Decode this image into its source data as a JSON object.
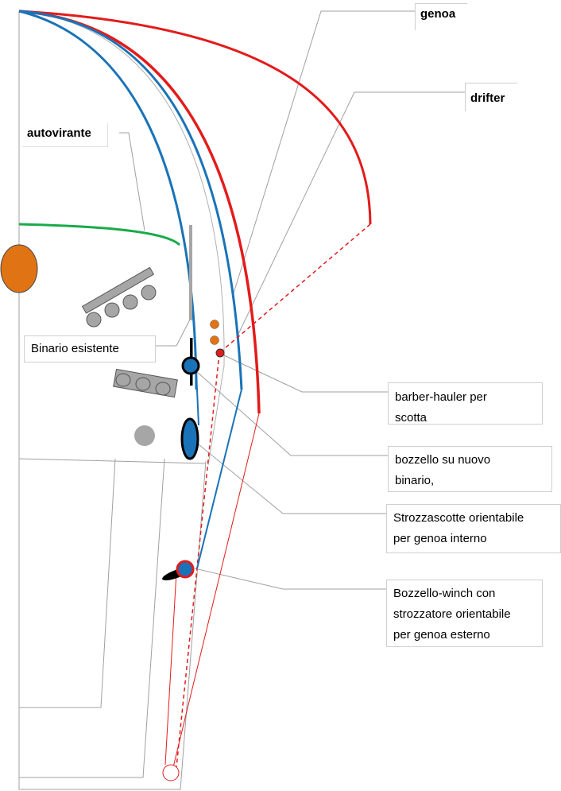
{
  "labels": {
    "genoa": "genoa",
    "drifter": "drifter",
    "autovirante": "autovirante",
    "binario_esistente": "Binario esistente",
    "barber_hauler": "barber-hauler per\nscotta",
    "bozzello_binario": "bozzello su nuovo\nbinario,",
    "strozzascotte": "Strozzascotte  orientabile\nper genoa interno",
    "bozzello_winch": "Bozzello-winch con\nstrozzatore orientabile\nper genoa esterno"
  },
  "colors": {
    "genoa_red": "#e31b1b",
    "sheet_blue": "#1a73b8",
    "autovirante_green": "#1aaa4a",
    "orange": "#e07414",
    "gray": "#a6a6a6",
    "leader_gray": "#a0a0a0"
  }
}
